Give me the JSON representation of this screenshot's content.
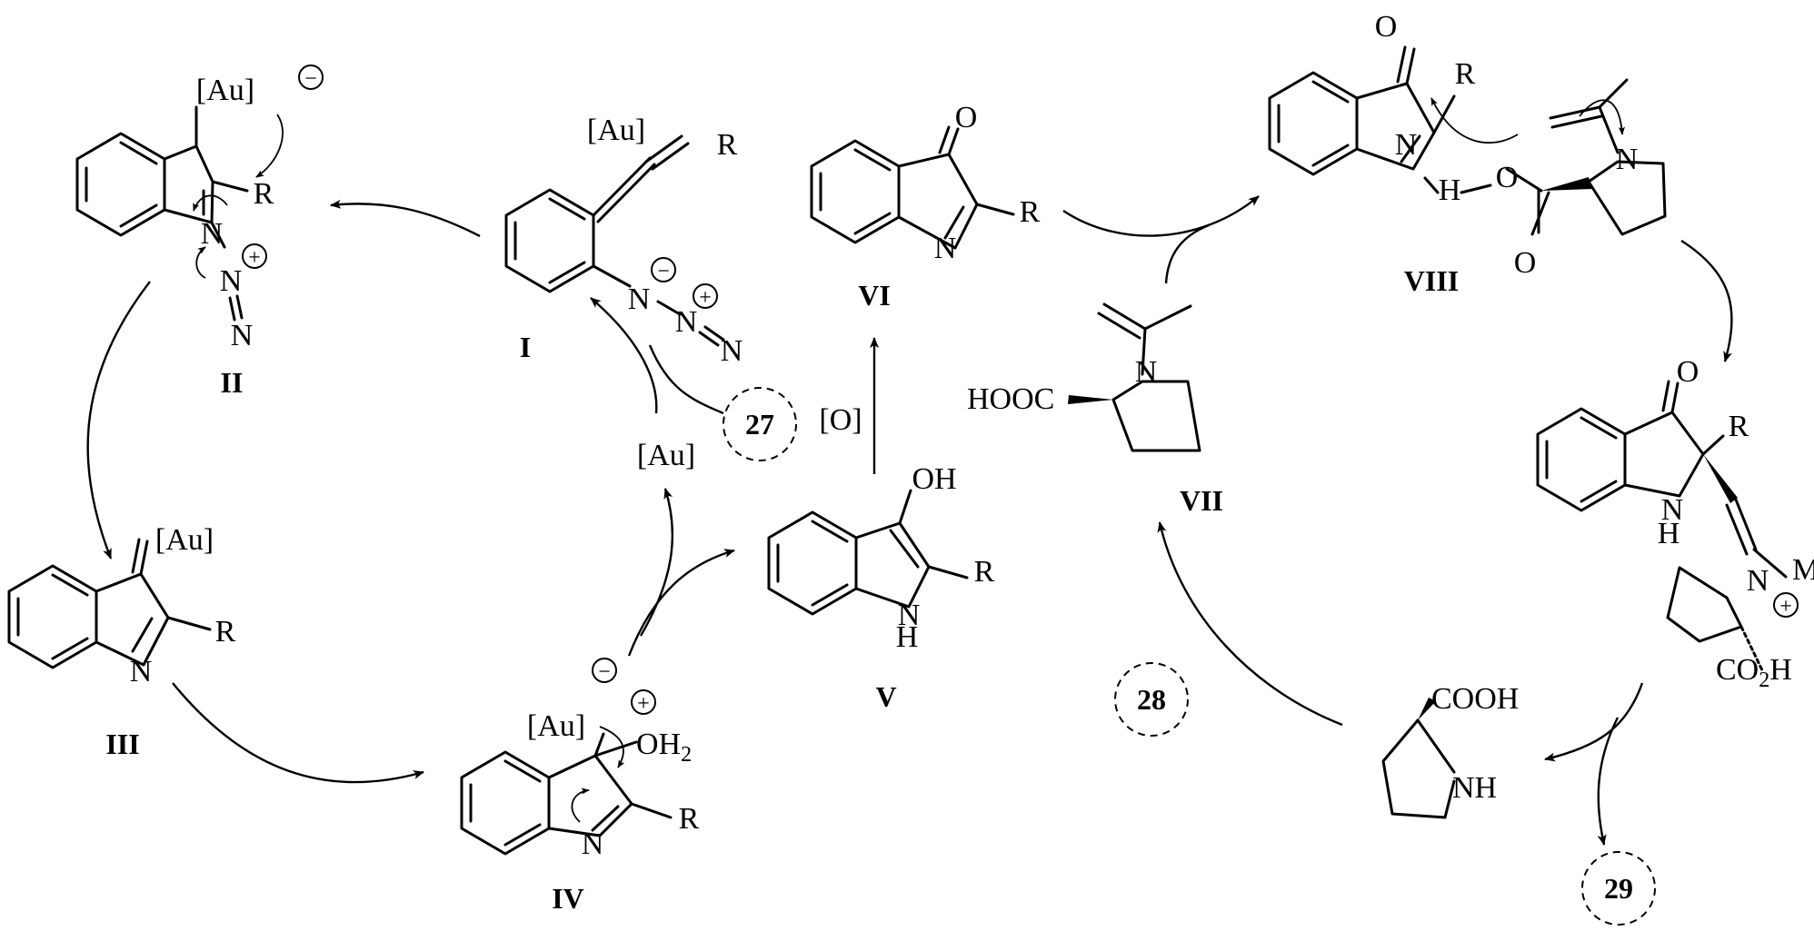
{
  "compounds": {
    "I": {
      "label": "I",
      "au": "[Au]",
      "r": "R"
    },
    "II": {
      "label": "II",
      "au": "[Au]",
      "r": "R"
    },
    "III": {
      "label": "III",
      "au": "[Au]",
      "r": "R",
      "n": "N"
    },
    "IV": {
      "label": "IV",
      "au": "[Au]",
      "oh2": "OH",
      "oh2_sub": "2",
      "r": "R",
      "n": "N"
    },
    "V": {
      "label": "V",
      "oh": "OH",
      "r": "R",
      "nh_n": "N",
      "nh_h": "H"
    },
    "VI": {
      "label": "VI",
      "o": "O",
      "r": "R",
      "n": "N"
    },
    "VII": {
      "label": "VII",
      "acid": "HOOC",
      "n": "N"
    },
    "VIII": {
      "label": "VIII",
      "o_ketone": "O",
      "r": "R",
      "n_indole": "N",
      "h_bond": "H",
      "o_acid": "O",
      "o_carbonyl": "O",
      "n_pyr": "N"
    },
    "IX": {
      "o": "O",
      "r": "R",
      "nh_n": "N",
      "nh_h": "H",
      "me": "Me",
      "n_plus": "N",
      "acid": "CO",
      "acid_sub": "2",
      "acid_end": "H"
    },
    "proline": {
      "acid": "COOH",
      "nh": "NH"
    }
  },
  "references": {
    "ref27": "27",
    "ref28": "28",
    "ref29": "29"
  },
  "reagents": {
    "catalyst": "[Au]",
    "oxidant": "[O]"
  },
  "charges": {
    "plus": "+",
    "minus": "−"
  }
}
